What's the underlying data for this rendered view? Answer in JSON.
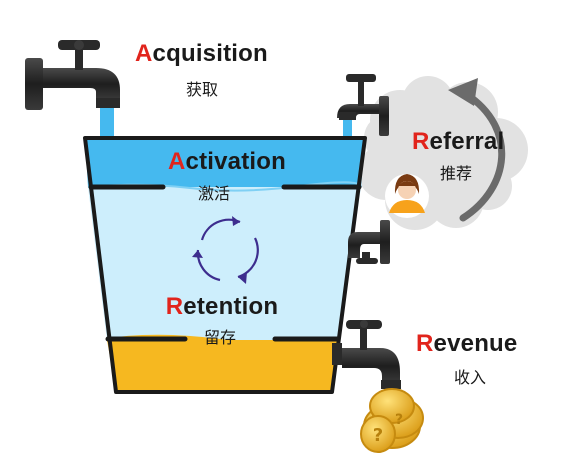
{
  "stages": {
    "acquisition": {
      "en_first": "A",
      "en_rest": "cquisition",
      "zh": "获取"
    },
    "activation": {
      "en_first": "A",
      "en_rest": "ctivation",
      "zh": "激活"
    },
    "retention": {
      "en_first": "R",
      "en_rest": "etention",
      "zh": "留存"
    },
    "referral": {
      "en_first": "R",
      "en_rest": "eferral",
      "zh": "推荐"
    },
    "revenue": {
      "en_first": "R",
      "en_rest": "evenue",
      "zh": "收入"
    }
  },
  "colors": {
    "accent_letter": "#e1241c",
    "activation_water": "#45b9ef",
    "bucket_water": "#cdeefc",
    "revenue_liquid": "#f6b820",
    "bucket_outline": "#1a1a1a",
    "faucet": "#2a2a2a",
    "cloud": "#e2e2e2",
    "cycle_arrows": "#3d2d8e",
    "referral_arrow": "#6b6b6b",
    "coin": "#e9b12a"
  },
  "icons": [
    "faucet-icon",
    "cycle-arrows-icon",
    "person-icon",
    "coin-stack-icon",
    "curved-arrow-icon",
    "cloud-shape"
  ]
}
